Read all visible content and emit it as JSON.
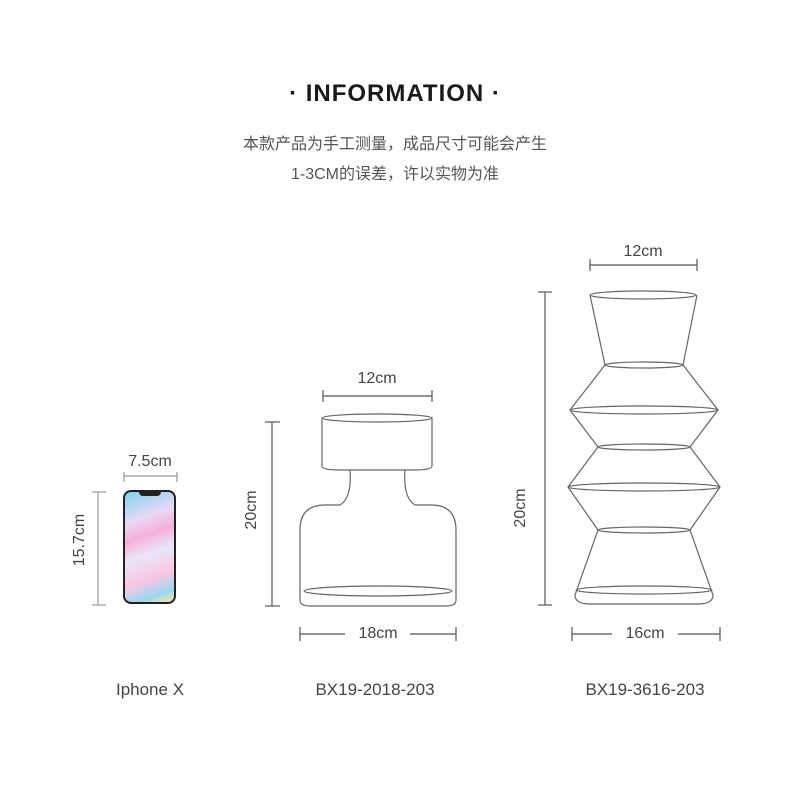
{
  "header": {
    "title": "· INFORMATION ·",
    "note_line1": "本款产品为手工测量，成品尺寸可能会产生",
    "note_line2": "1-3CM的误差，许以实物为准"
  },
  "phone": {
    "name": "Iphone X",
    "width": "7.5cm",
    "height": "15.7cm"
  },
  "vase1": {
    "name": "BX19-2018-203",
    "top": "12cm",
    "height": "20cm",
    "bottom": "18cm"
  },
  "vase2": {
    "name": "BX19-3616-203",
    "top": "12cm",
    "height": "20cm",
    "bottom": "16cm"
  }
}
